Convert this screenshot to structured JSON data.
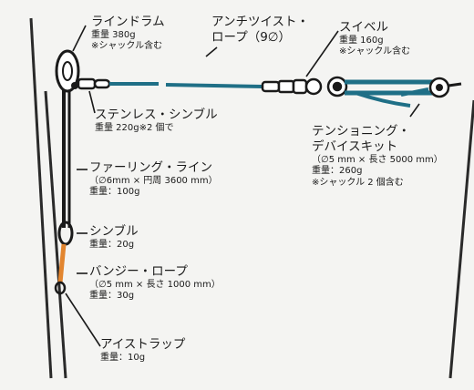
{
  "components": {
    "drum": {
      "name": "ラインドラム",
      "spec1": "重量 380g",
      "spec2": "※シャックル含む"
    },
    "rope": {
      "name1": "アンチツイスト・",
      "name2": "ロープ（9∅）"
    },
    "swivel": {
      "name": "スイベル",
      "spec1": "重量 160g",
      "spec2": "※シャックル含む"
    },
    "thimble_ss": {
      "name": "ステンレス・シンブル",
      "spec1": "重量 220g※2 個で"
    },
    "furling": {
      "name": "ファーリング・ライン",
      "spec1": "（∅6mm × 円周 3600 mm）",
      "spec2": "重量：100g"
    },
    "tension": {
      "name1": "テンショニング・",
      "name2": "デバイスキット",
      "spec1": "（∅5 mm × 長さ 5000 mm）",
      "spec2": "重量：260g",
      "spec3": "※シャックル 2 個含む"
    },
    "thimble": {
      "name": "シンブル",
      "spec1": "重量：20g"
    },
    "bungee": {
      "name": "バンジー・ロープ",
      "spec1": "（∅5 mm × 長さ 1000 mm）",
      "spec2": "重量：30g"
    },
    "eyestrap": {
      "name": "アイストラップ",
      "spec1": "重量：10g"
    }
  },
  "colors": {
    "rope": "#1f6f86",
    "tension": "#1f6f86",
    "bungee": "#e2852f",
    "line": "#1a1a1a",
    "frame": "#2a2a2a"
  }
}
